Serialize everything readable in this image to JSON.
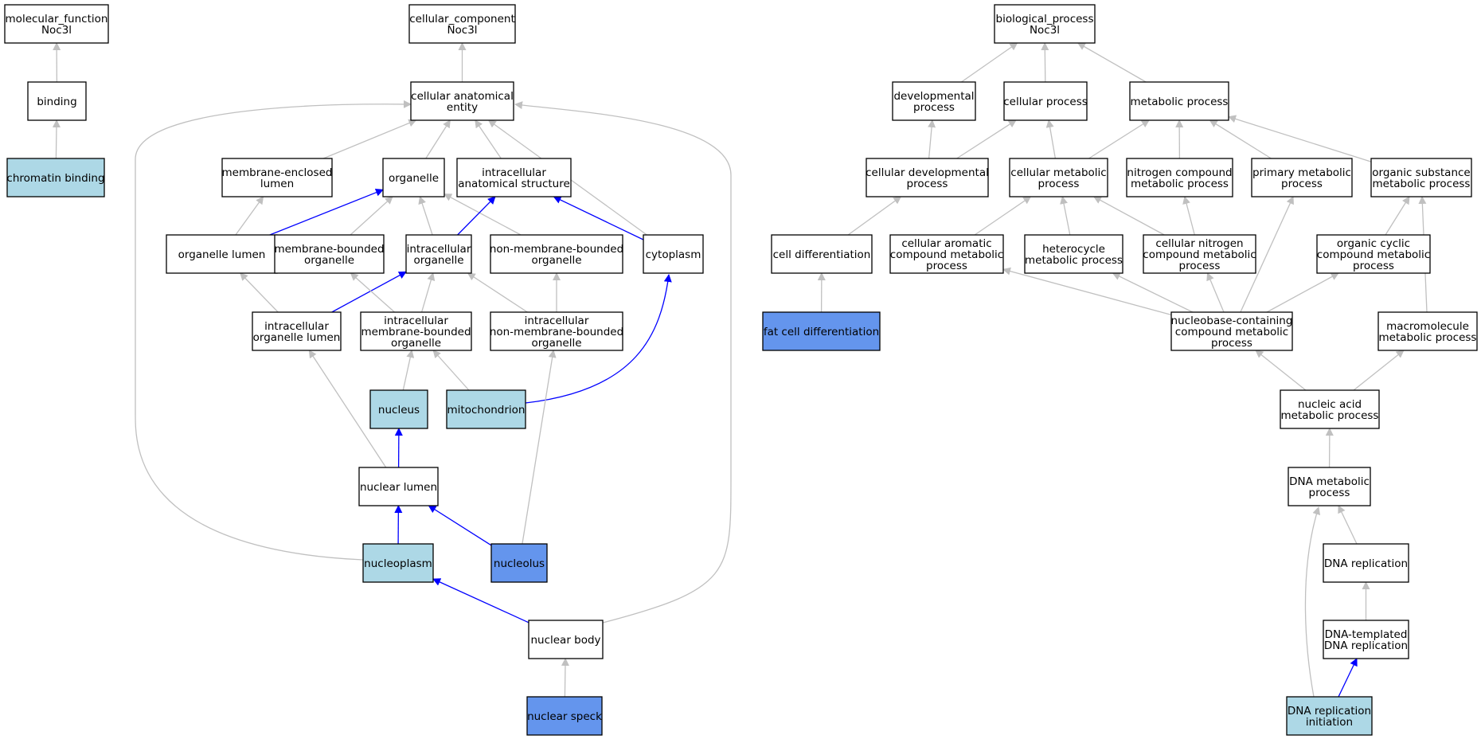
{
  "colors": {
    "default_fill": "#ffffff",
    "light_fill": "#add8e6",
    "dark_fill": "#6495ed",
    "grey_edge": "#c0c0c0",
    "blue_edge": "#0000ff"
  },
  "nodes": [
    {
      "id": "mf_root",
      "lines": [
        "molecular_function",
        "Noc3l"
      ],
      "fill": "default"
    },
    {
      "id": "binding",
      "lines": [
        "binding"
      ],
      "fill": "default"
    },
    {
      "id": "chromatin_binding",
      "lines": [
        "chromatin binding"
      ],
      "fill": "light"
    },
    {
      "id": "cc_root",
      "lines": [
        "cellular_component",
        "Noc3l"
      ],
      "fill": "default"
    },
    {
      "id": "cae",
      "lines": [
        "cellular anatomical",
        "entity"
      ],
      "fill": "default"
    },
    {
      "id": "mel",
      "lines": [
        "membrane-enclosed",
        "lumen"
      ],
      "fill": "default"
    },
    {
      "id": "organelle",
      "lines": [
        "organelle"
      ],
      "fill": "default"
    },
    {
      "id": "ias",
      "lines": [
        "intracellular",
        "anatomical structure"
      ],
      "fill": "default"
    },
    {
      "id": "org_lumen",
      "lines": [
        "organelle lumen"
      ],
      "fill": "default"
    },
    {
      "id": "mbo",
      "lines": [
        "membrane-bounded",
        "organelle"
      ],
      "fill": "default"
    },
    {
      "id": "io",
      "lines": [
        "intracellular",
        "organelle"
      ],
      "fill": "default"
    },
    {
      "id": "nmbo",
      "lines": [
        "non-membrane-bounded",
        "organelle"
      ],
      "fill": "default"
    },
    {
      "id": "cytoplasm",
      "lines": [
        "cytoplasm"
      ],
      "fill": "default"
    },
    {
      "id": "iol",
      "lines": [
        "intracellular",
        "organelle lumen"
      ],
      "fill": "default"
    },
    {
      "id": "imbo",
      "lines": [
        "intracellular",
        "membrane-bounded",
        "organelle"
      ],
      "fill": "default"
    },
    {
      "id": "inmbo",
      "lines": [
        "intracellular",
        "non-membrane-bounded",
        "organelle"
      ],
      "fill": "default"
    },
    {
      "id": "nucleus",
      "lines": [
        "nucleus"
      ],
      "fill": "light"
    },
    {
      "id": "mito",
      "lines": [
        "mitochondrion"
      ],
      "fill": "light"
    },
    {
      "id": "nuc_lumen",
      "lines": [
        "nuclear lumen"
      ],
      "fill": "default"
    },
    {
      "id": "nucleoplasm",
      "lines": [
        "nucleoplasm"
      ],
      "fill": "light"
    },
    {
      "id": "nucleolus",
      "lines": [
        "nucleolus"
      ],
      "fill": "dark"
    },
    {
      "id": "nuc_body",
      "lines": [
        "nuclear body"
      ],
      "fill": "default"
    },
    {
      "id": "nuc_speck",
      "lines": [
        "nuclear speck"
      ],
      "fill": "dark"
    },
    {
      "id": "bp_root",
      "lines": [
        "biological_process",
        "Noc3l"
      ],
      "fill": "default"
    },
    {
      "id": "dev",
      "lines": [
        "developmental",
        "process"
      ],
      "fill": "default"
    },
    {
      "id": "cp",
      "lines": [
        "cellular process"
      ],
      "fill": "default"
    },
    {
      "id": "mp",
      "lines": [
        "metabolic process"
      ],
      "fill": "default"
    },
    {
      "id": "cdp",
      "lines": [
        "cellular developmental",
        "process"
      ],
      "fill": "default"
    },
    {
      "id": "cmp",
      "lines": [
        "cellular metabolic",
        "process"
      ],
      "fill": "default"
    },
    {
      "id": "ncmp",
      "lines": [
        "nitrogen compound",
        "metabolic process"
      ],
      "fill": "default"
    },
    {
      "id": "pmp",
      "lines": [
        "primary metabolic",
        "process"
      ],
      "fill": "default"
    },
    {
      "id": "osmp",
      "lines": [
        "organic substance",
        "metabolic process"
      ],
      "fill": "default"
    },
    {
      "id": "cd",
      "lines": [
        "cell differentiation"
      ],
      "fill": "default"
    },
    {
      "id": "cacmp",
      "lines": [
        "cellular aromatic",
        "compound metabolic",
        "process"
      ],
      "fill": "default"
    },
    {
      "id": "hmp",
      "lines": [
        "heterocycle",
        "metabolic process"
      ],
      "fill": "default"
    },
    {
      "id": "cncmp",
      "lines": [
        "cellular nitrogen",
        "compound metabolic",
        "process"
      ],
      "fill": "default"
    },
    {
      "id": "occmp",
      "lines": [
        "organic cyclic",
        "compound metabolic",
        "process"
      ],
      "fill": "default"
    },
    {
      "id": "fcd",
      "lines": [
        "fat cell differentiation"
      ],
      "fill": "dark"
    },
    {
      "id": "nbcmp",
      "lines": [
        "nucleobase-containing",
        "compound metabolic",
        "process"
      ],
      "fill": "default"
    },
    {
      "id": "mmp",
      "lines": [
        "macromolecule",
        "metabolic process"
      ],
      "fill": "default"
    },
    {
      "id": "namp",
      "lines": [
        "nucleic acid",
        "metabolic process"
      ],
      "fill": "default"
    },
    {
      "id": "dnamp",
      "lines": [
        "DNA metabolic",
        "process"
      ],
      "fill": "default"
    },
    {
      "id": "dnarep",
      "lines": [
        "DNA replication"
      ],
      "fill": "default"
    },
    {
      "id": "dtdr",
      "lines": [
        "DNA-templated",
        "DNA replication"
      ],
      "fill": "default"
    },
    {
      "id": "dri",
      "lines": [
        "DNA replication",
        "initiation"
      ],
      "fill": "light"
    }
  ],
  "edges": [
    {
      "from": "binding",
      "to": "mf_root",
      "color": "grey"
    },
    {
      "from": "chromatin_binding",
      "to": "binding",
      "color": "grey"
    },
    {
      "from": "cae",
      "to": "cc_root",
      "color": "grey"
    },
    {
      "from": "mel",
      "to": "cae",
      "color": "grey"
    },
    {
      "from": "organelle",
      "to": "cae",
      "color": "grey"
    },
    {
      "from": "ias",
      "to": "cae",
      "color": "grey"
    },
    {
      "from": "cytoplasm",
      "to": "cae",
      "color": "grey"
    },
    {
      "from": "nucleoplasm",
      "to": "cae",
      "color": "grey"
    },
    {
      "from": "nuc_body",
      "to": "cae",
      "color": "grey"
    },
    {
      "from": "org_lumen",
      "to": "mel",
      "color": "grey"
    },
    {
      "from": "org_lumen",
      "to": "organelle",
      "color": "blue"
    },
    {
      "from": "mbo",
      "to": "organelle",
      "color": "grey"
    },
    {
      "from": "io",
      "to": "organelle",
      "color": "grey"
    },
    {
      "from": "nmbo",
      "to": "organelle",
      "color": "grey"
    },
    {
      "from": "io",
      "to": "ias",
      "color": "blue"
    },
    {
      "from": "cytoplasm",
      "to": "ias",
      "color": "blue"
    },
    {
      "from": "iol",
      "to": "org_lumen",
      "color": "grey"
    },
    {
      "from": "iol",
      "to": "io",
      "color": "blue"
    },
    {
      "from": "imbo",
      "to": "mbo",
      "color": "grey"
    },
    {
      "from": "imbo",
      "to": "io",
      "color": "grey"
    },
    {
      "from": "inmbo",
      "to": "io",
      "color": "grey"
    },
    {
      "from": "inmbo",
      "to": "nmbo",
      "color": "grey"
    },
    {
      "from": "nucleus",
      "to": "imbo",
      "color": "grey"
    },
    {
      "from": "mito",
      "to": "imbo",
      "color": "grey"
    },
    {
      "from": "mito",
      "to": "cytoplasm",
      "color": "blue"
    },
    {
      "from": "nuc_lumen",
      "to": "iol",
      "color": "grey"
    },
    {
      "from": "nuc_lumen",
      "to": "nucleus",
      "color": "blue"
    },
    {
      "from": "nucleoplasm",
      "to": "nuc_lumen",
      "color": "blue"
    },
    {
      "from": "nucleolus",
      "to": "nuc_lumen",
      "color": "blue"
    },
    {
      "from": "nucleolus",
      "to": "inmbo",
      "color": "grey"
    },
    {
      "from": "nuc_body",
      "to": "nucleoplasm",
      "color": "blue"
    },
    {
      "from": "nuc_speck",
      "to": "nuc_body",
      "color": "grey"
    },
    {
      "from": "dev",
      "to": "bp_root",
      "color": "grey"
    },
    {
      "from": "cp",
      "to": "bp_root",
      "color": "grey"
    },
    {
      "from": "mp",
      "to": "bp_root",
      "color": "grey"
    },
    {
      "from": "cdp",
      "to": "dev",
      "color": "grey"
    },
    {
      "from": "cdp",
      "to": "cp",
      "color": "grey"
    },
    {
      "from": "cmp",
      "to": "cp",
      "color": "grey"
    },
    {
      "from": "cmp",
      "to": "mp",
      "color": "grey"
    },
    {
      "from": "ncmp",
      "to": "mp",
      "color": "grey"
    },
    {
      "from": "pmp",
      "to": "mp",
      "color": "grey"
    },
    {
      "from": "osmp",
      "to": "mp",
      "color": "grey"
    },
    {
      "from": "cd",
      "to": "cdp",
      "color": "grey"
    },
    {
      "from": "fcd",
      "to": "cd",
      "color": "grey"
    },
    {
      "from": "cacmp",
      "to": "cmp",
      "color": "grey"
    },
    {
      "from": "hmp",
      "to": "cmp",
      "color": "grey"
    },
    {
      "from": "cncmp",
      "to": "cmp",
      "color": "grey"
    },
    {
      "from": "cncmp",
      "to": "ncmp",
      "color": "grey"
    },
    {
      "from": "occmp",
      "to": "osmp",
      "color": "grey"
    },
    {
      "from": "nbcmp",
      "to": "cacmp",
      "color": "grey"
    },
    {
      "from": "nbcmp",
      "to": "hmp",
      "color": "grey"
    },
    {
      "from": "nbcmp",
      "to": "cncmp",
      "color": "grey"
    },
    {
      "from": "nbcmp",
      "to": "pmp",
      "color": "grey"
    },
    {
      "from": "nbcmp",
      "to": "occmp",
      "color": "grey"
    },
    {
      "from": "mmp",
      "to": "osmp",
      "color": "grey"
    },
    {
      "from": "namp",
      "to": "nbcmp",
      "color": "grey"
    },
    {
      "from": "namp",
      "to": "mmp",
      "color": "grey"
    },
    {
      "from": "dnamp",
      "to": "namp",
      "color": "grey"
    },
    {
      "from": "dnarep",
      "to": "dnamp",
      "color": "grey"
    },
    {
      "from": "dtdr",
      "to": "dnarep",
      "color": "grey"
    },
    {
      "from": "dri",
      "to": "dtdr",
      "color": "blue"
    },
    {
      "from": "dri",
      "to": "dnamp",
      "color": "grey"
    }
  ]
}
